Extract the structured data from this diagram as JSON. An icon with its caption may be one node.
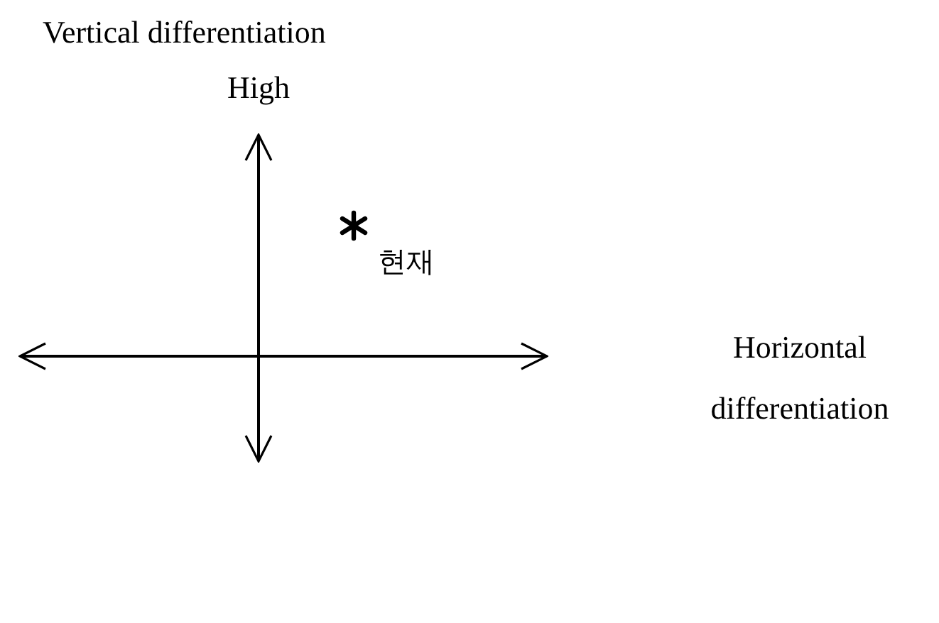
{
  "diagram": {
    "labels": [
      "Vertical differentiation",
      "High",
      "현재",
      "Horizontal differentiation"
    ]
  }
}
